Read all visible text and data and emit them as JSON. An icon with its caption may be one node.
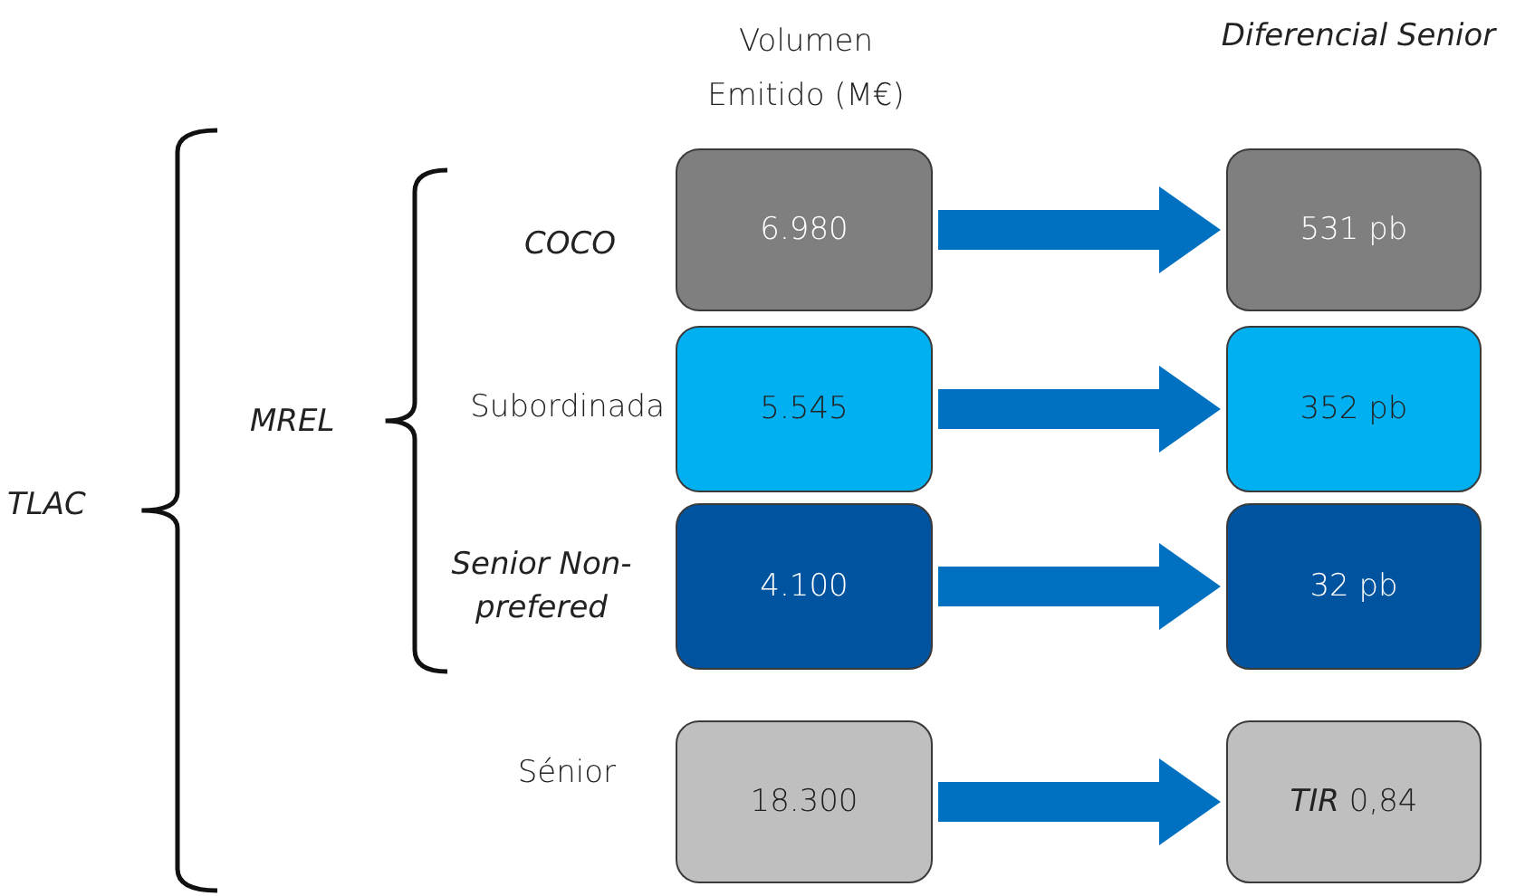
{
  "diagram": {
    "nodes": [
      {
        "text": [
          "6.980"
        ]
      },
      {
        "text": [
          "531 pb"
        ]
      },
      {
        "text": [
          "5.545"
        ]
      },
      {
        "text": [
          "352 pb"
        ]
      },
      {
        "text": [
          "4.100"
        ]
      },
      {
        "text": [
          "32 pb"
        ]
      },
      {
        "text": [
          "18.300"
        ]
      },
      {
        "text": [
          "*TIR* 0,84"
        ]
      }
    ],
    "edges": [
      {
        "from": 0,
        "to": 1,
        "arrow": "to"
      },
      {
        "from": 2,
        "to": 3,
        "arrow": "to"
      },
      {
        "from": 4,
        "to": 5,
        "arrow": "to"
      },
      {
        "from": 6,
        "to": 7,
        "arrow": "to"
      }
    ],
    "labels": [
      "Volumen Emitido (M€)",
      "Diferencial Senior",
      "TLAC",
      "MREL",
      "COCO",
      "Subordinada",
      "Senior Non-prefered",
      "Sénior"
    ]
  }
}
